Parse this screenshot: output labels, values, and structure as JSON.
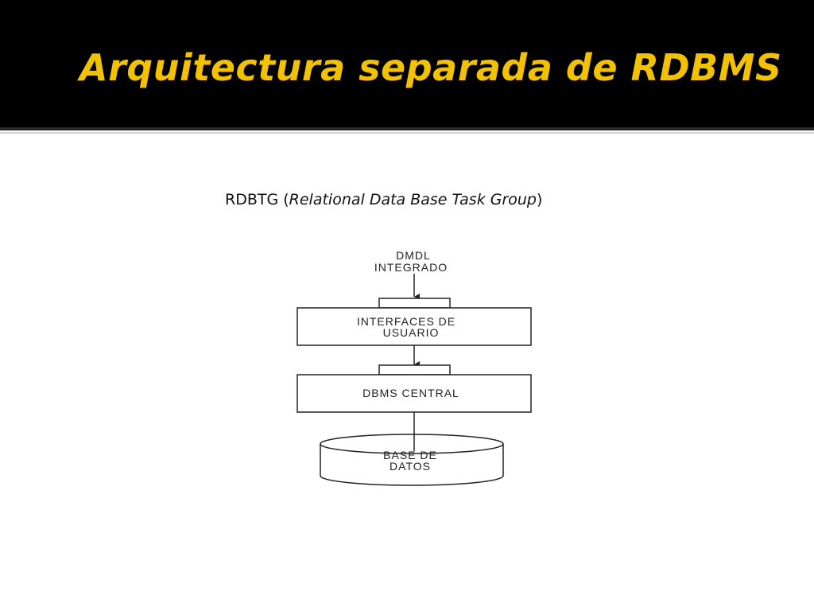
{
  "slide": {
    "title": "Arquitectura separada de RDBMS",
    "subtitle_prefix": "RDBTG (",
    "subtitle_italic": "Relational Data Base Task Group",
    "subtitle_suffix": ")",
    "title_color": "#f2c200",
    "header_background": "#000000"
  },
  "diagram": {
    "source": {
      "line1": "DMDL",
      "line2": "INTEGRADO"
    },
    "interfaces": {
      "line1": "INTERFACES DE",
      "line2": "USUARIO"
    },
    "dbms": {
      "label": "DBMS CENTRAL"
    },
    "database": {
      "line1": "BASE DE",
      "line2": "DATOS"
    }
  }
}
